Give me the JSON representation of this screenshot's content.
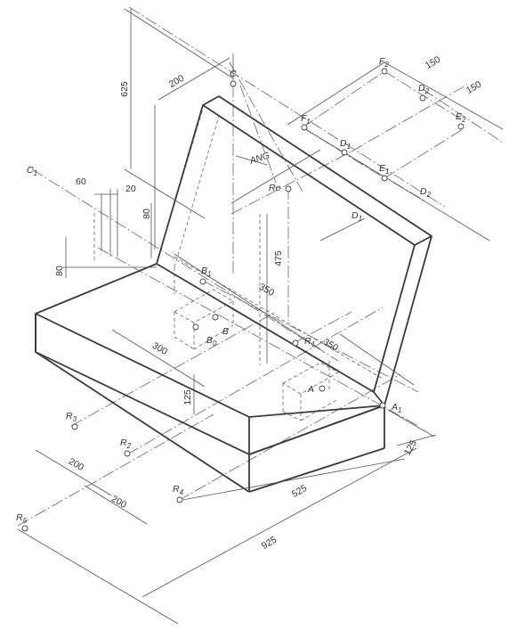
{
  "dimensions": {
    "d625": "625",
    "d200a": "200",
    "d150a": "150",
    "d150b": "150",
    "d60": "60",
    "d20": "20",
    "d80a": "80",
    "d80b": "80",
    "d475": "475",
    "d350a": "350",
    "d350b": "350",
    "d300": "300",
    "d125a": "125",
    "d125b": "125",
    "d200b": "200",
    "d200c": "200",
    "d525": "525",
    "d925": "925"
  },
  "points": {
    "C": "C",
    "C1": "C",
    "F1": "F",
    "F2": "F",
    "D1": "D",
    "D2": "D",
    "E1": "E",
    "E2": "E",
    "Re": "Re",
    "B1": "B",
    "B": "B",
    "B0": "B",
    "R1": "R",
    "A": "A",
    "A1": "A",
    "R2": "R",
    "R3": "R",
    "R4": "R",
    "R5": "R"
  },
  "subscripts": {
    "s1": "1",
    "s2": "2",
    "s0": "0",
    "s3": "3",
    "s4": "4",
    "s5": "5"
  },
  "labels": {
    "ang": "ANG",
    "D1_dim": "D",
    "D2_dim": "D"
  }
}
